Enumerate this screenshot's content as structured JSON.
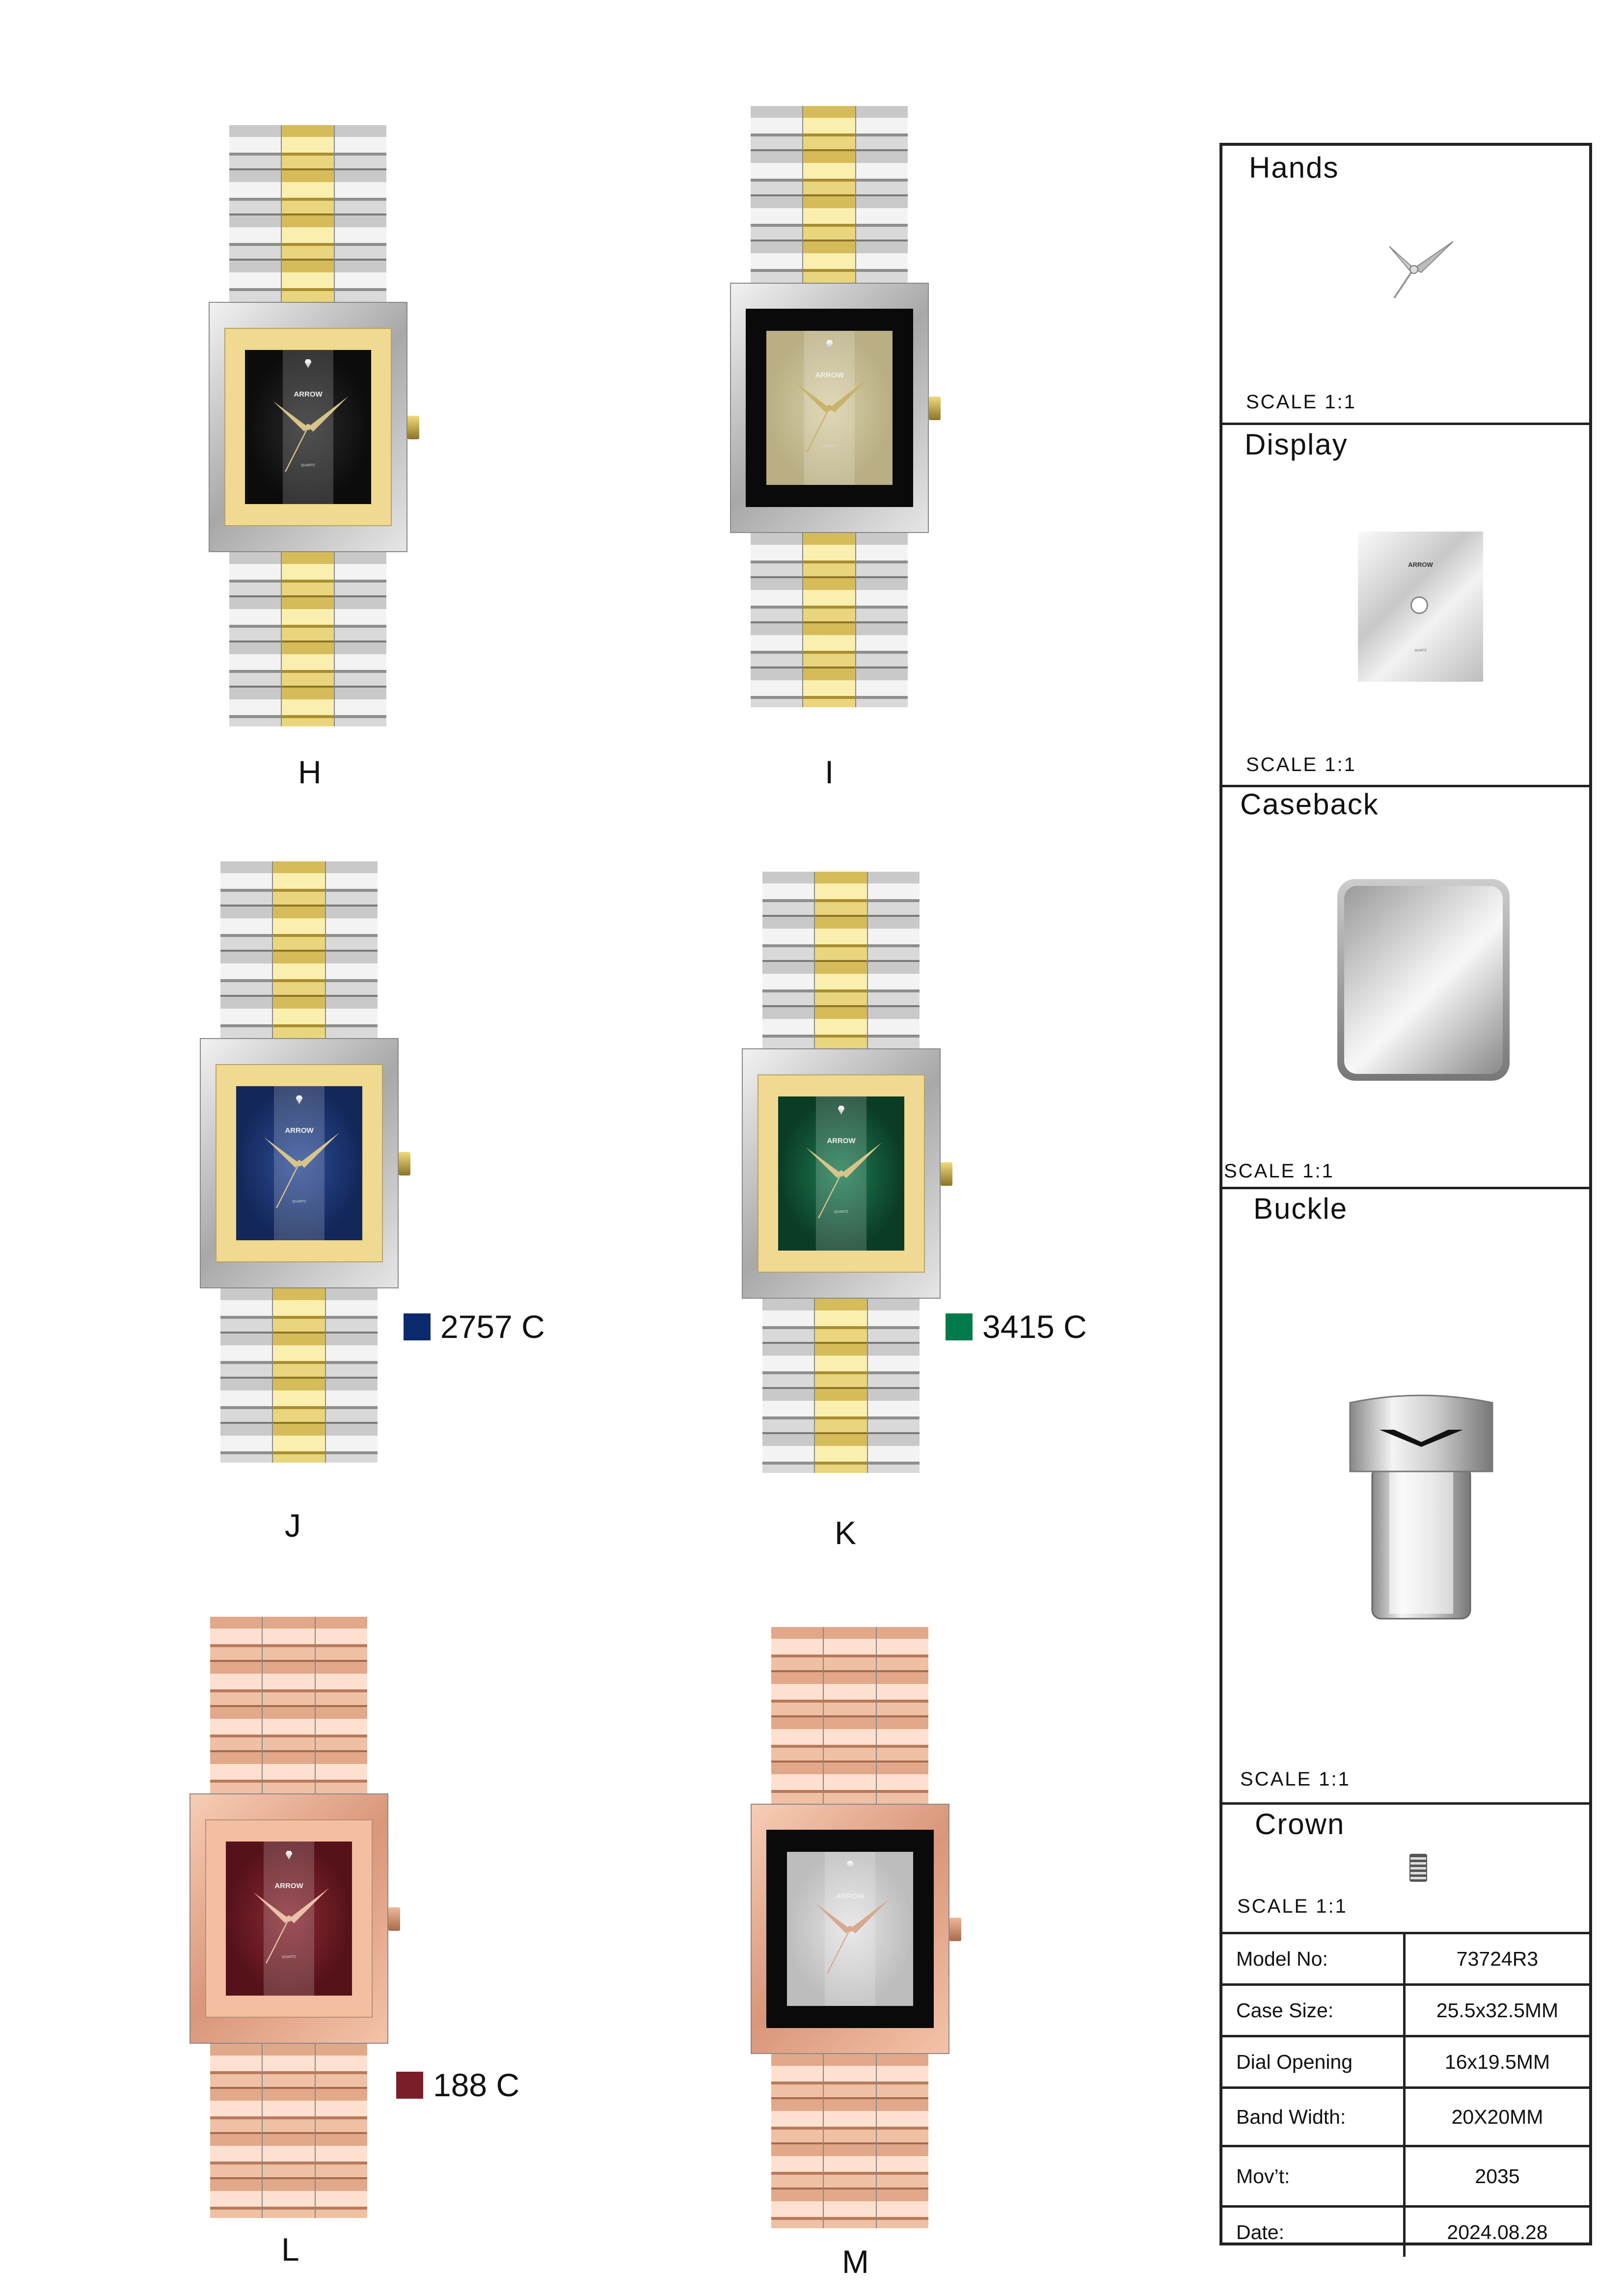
{
  "dial_brand": "ARROW",
  "dial_text": "QUARTZ",
  "watches": [
    {
      "label": "H",
      "metal": "two-tone",
      "frame": "#f0d990",
      "dial": "#2a2a2a",
      "dial_edge": "#0c0c0c",
      "hands": "#d8c48a"
    },
    {
      "label": "I",
      "metal": "two-tone",
      "frame": "#0a0a0a",
      "dial": "#d8cfa6",
      "dial_edge": "#b9ae84",
      "hands": "#c9b26a"
    },
    {
      "label": "J",
      "metal": "two-tone",
      "frame": "#f0d990",
      "dial": "#2e4f9a",
      "dial_edge": "#13275a",
      "hands": "#d8c48a"
    },
    {
      "label": "K",
      "metal": "two-tone",
      "frame": "#f0d990",
      "dial": "#1e7e55",
      "dial_edge": "#0b3c26",
      "hands": "#d8c48a"
    },
    {
      "label": "L",
      "metal": "rose",
      "frame": "#f4bfa0",
      "dial": "#8a2a34",
      "dial_edge": "#561219",
      "hands": "#e8c3a8"
    },
    {
      "label": "M",
      "metal": "rose",
      "frame": "#0a0a0a",
      "dial": "#e4e4e4",
      "dial_edge": "#bdbdbd",
      "hands": "#d8a890"
    }
  ],
  "swatches": [
    {
      "code": "2757 C",
      "color": "#0b2a6e"
    },
    {
      "code": "3415 C",
      "color": "#007a4a"
    },
    {
      "code": "188 C",
      "color": "#7a1e2a"
    }
  ],
  "panel": {
    "hands": {
      "title": "Hands",
      "scale": "SCALE 1:1"
    },
    "display": {
      "title": "Display",
      "scale": "SCALE 1:1"
    },
    "caseback": {
      "title": "Caseback",
      "scale": "SCALE 1:1"
    },
    "buckle": {
      "title": "Buckle",
      "scale": "SCALE 1:1"
    },
    "crown": {
      "title": "Crown",
      "scale": "SCALE 1:1"
    }
  },
  "specs": [
    {
      "key": "Model No:",
      "value": "73724R3"
    },
    {
      "key": "Case Size:",
      "value": "25.5x32.5MM"
    },
    {
      "key": "Dial Opening",
      "value": "16x19.5MM"
    },
    {
      "key": "Band Width:",
      "value": "20X20MM"
    },
    {
      "key": "Mov’t:",
      "value": "2035"
    },
    {
      "key": "Date:",
      "value": "2024.08.28"
    }
  ]
}
